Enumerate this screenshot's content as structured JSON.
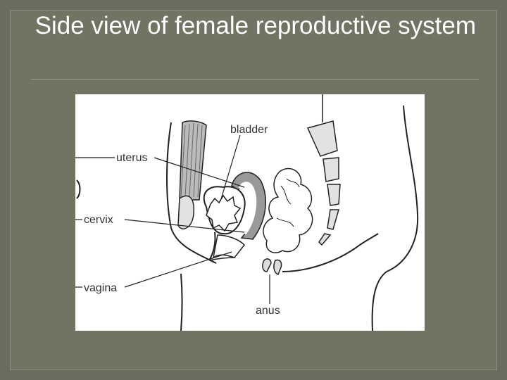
{
  "slide": {
    "title": "Side view of female reproductive system"
  },
  "figure": {
    "labels": {
      "bladder": "bladder",
      "uterus": "uterus",
      "cervix": "cervix",
      "vagina": "vagina",
      "anus": "anus"
    }
  }
}
